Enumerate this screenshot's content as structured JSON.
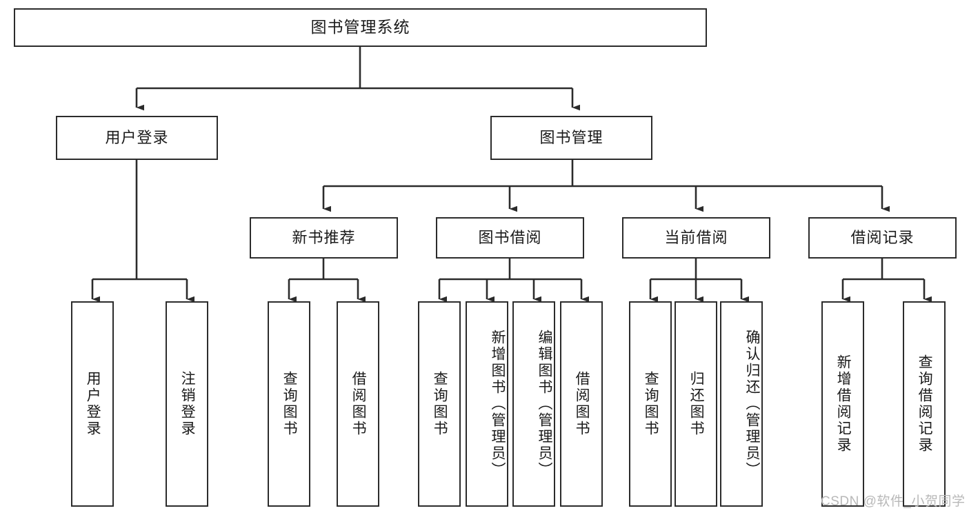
{
  "diagram": {
    "title": "图书管理系统",
    "type": "tree-hierarchy",
    "watermark": "CSDN @软件_小贺同学",
    "colors": {
      "stroke": "#2b2b2b",
      "fill": "#ffffff",
      "text": "#1a1a1a",
      "watermark": "#b8b8b8"
    },
    "levels": {
      "root": {
        "label": "图书管理系统"
      },
      "level2": [
        {
          "id": "user-login",
          "label": "用户登录"
        },
        {
          "id": "book-manage",
          "label": "图书管理"
        }
      ],
      "level3": [
        {
          "id": "new-book-recommend",
          "label": "新书推荐",
          "parent": "book-manage"
        },
        {
          "id": "book-borrow",
          "label": "图书借阅",
          "parent": "book-manage"
        },
        {
          "id": "current-borrow",
          "label": "当前借阅",
          "parent": "book-manage"
        },
        {
          "id": "borrow-record",
          "label": "借阅记录",
          "parent": "book-manage"
        }
      ],
      "leaves": [
        {
          "id": "leaf-user-login",
          "label": "用户登录",
          "parent": "user-login"
        },
        {
          "id": "leaf-logout-login",
          "label": "注销登录",
          "parent": "user-login"
        },
        {
          "id": "leaf-query-book-1",
          "label": "查询图书",
          "parent": "new-book-recommend"
        },
        {
          "id": "leaf-borrow-book-1",
          "label": "借阅图书",
          "parent": "new-book-recommend"
        },
        {
          "id": "leaf-query-book-2",
          "label": "查询图书",
          "parent": "book-borrow"
        },
        {
          "id": "leaf-add-book",
          "label": "新增图书（管理员）",
          "parent": "book-borrow"
        },
        {
          "id": "leaf-edit-book",
          "label": "编辑图书（管理员）",
          "parent": "book-borrow"
        },
        {
          "id": "leaf-borrow-book-2",
          "label": "借阅图书",
          "parent": "book-borrow"
        },
        {
          "id": "leaf-query-book-3",
          "label": "查询图书",
          "parent": "current-borrow"
        },
        {
          "id": "leaf-return-book",
          "label": "归还图书",
          "parent": "current-borrow"
        },
        {
          "id": "leaf-confirm-return",
          "label": "确认归还（管理员）",
          "parent": "current-borrow"
        },
        {
          "id": "leaf-add-record",
          "label": "新增借阅记录",
          "parent": "borrow-record"
        },
        {
          "id": "leaf-query-record",
          "label": "查询借阅记录",
          "parent": "borrow-record"
        }
      ]
    }
  }
}
